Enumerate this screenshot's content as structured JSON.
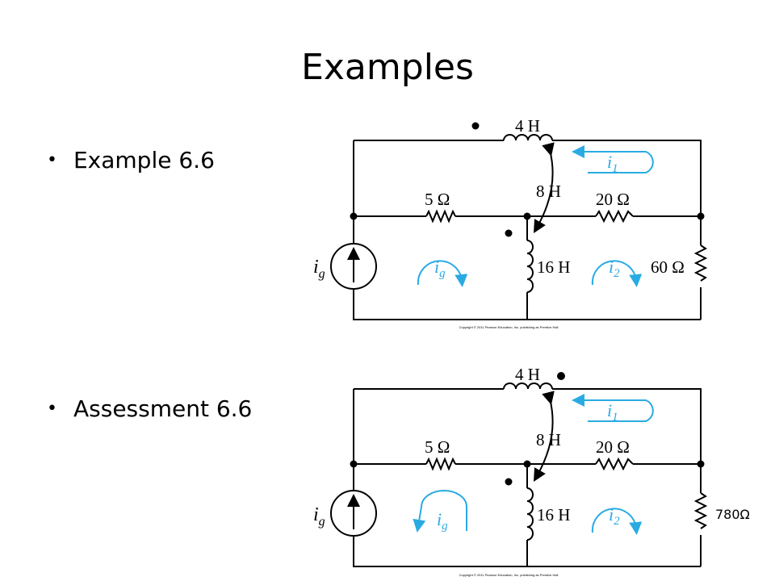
{
  "slide": {
    "title": "Examples",
    "bullets": [
      "Example 6.6",
      "Assessment 6.6"
    ]
  },
  "circuits": [
    {
      "labels": {
        "L1": "4 H",
        "M": "8 H",
        "L2": "16 H",
        "R1": "5 Ω",
        "R2": "20 Ω",
        "R3": "60 Ω",
        "source": "i",
        "source_sub": "g",
        "i1": "i",
        "i1_sub": "1",
        "i2": "i",
        "i2_sub": "2",
        "ig": "i",
        "ig_sub": "g"
      },
      "copyright": "Copyright © 2011 Pearson Education, Inc. publishing as Prentice Hall"
    },
    {
      "labels": {
        "L1": "4 H",
        "M": "8 H",
        "L2": "16 H",
        "R1": "5 Ω",
        "R2": "20 Ω",
        "R3": "",
        "source": "i",
        "source_sub": "g",
        "i1": "i",
        "i1_sub": "1",
        "i2": "i",
        "i2_sub": "2",
        "ig": "i",
        "ig_sub": "g"
      },
      "annotation": "780Ω",
      "copyright": "Copyright © 2011 Pearson Education, Inc. publishing as Prentice Hall"
    }
  ],
  "colors": {
    "accent": "#29abe2",
    "wire": "#000000"
  }
}
